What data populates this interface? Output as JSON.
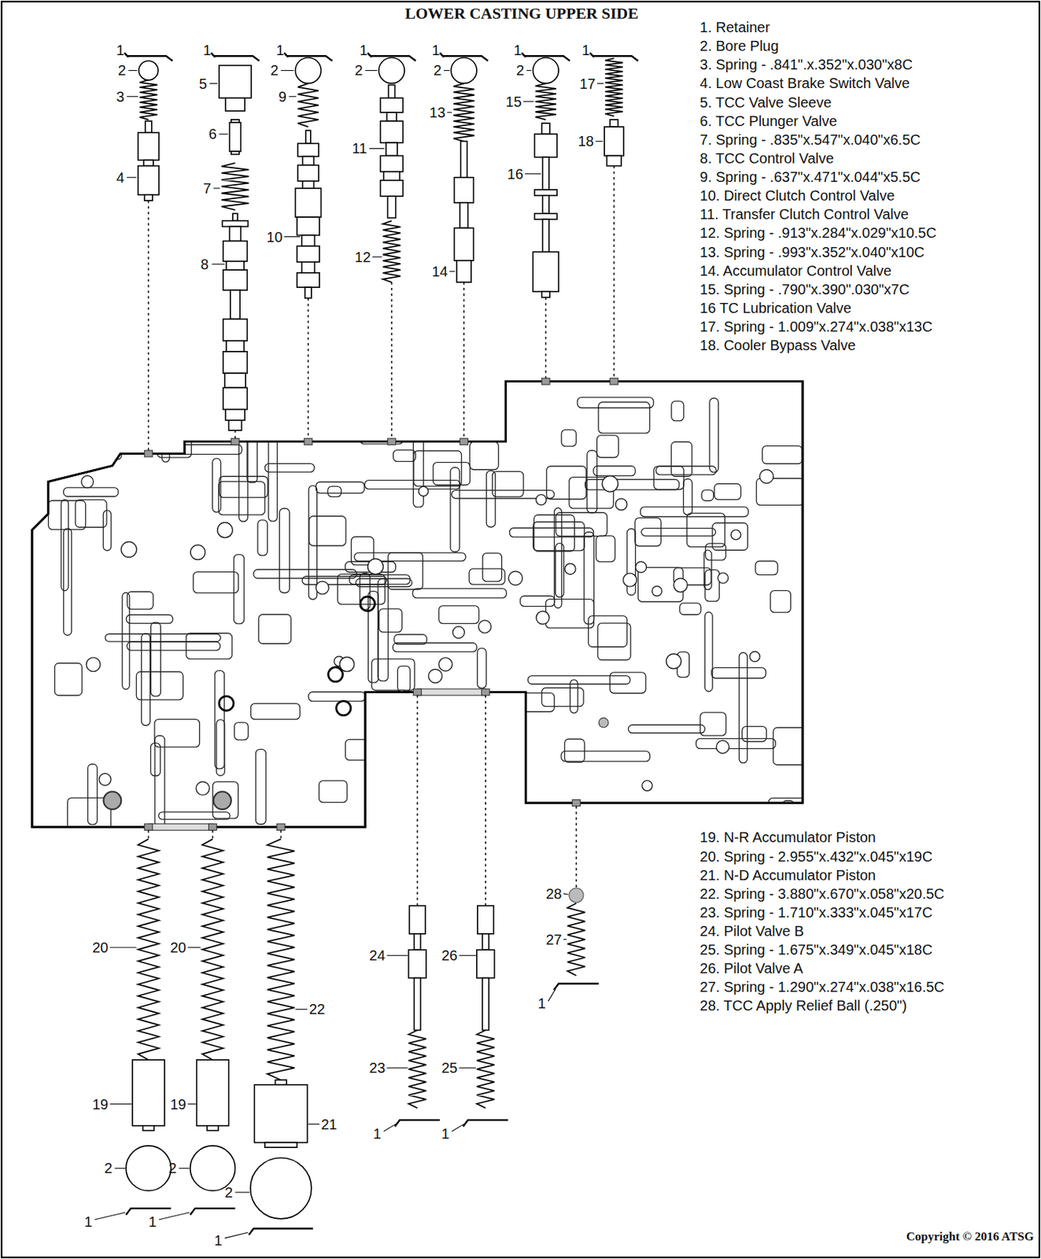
{
  "diagram": {
    "title": "LOWER CASTING UPPER SIDE",
    "caption": "Copyright © 2016 ATSG",
    "labels": [
      "1",
      "2",
      "3",
      "4",
      "1",
      "5",
      "6",
      "7",
      "8",
      "1",
      "2",
      "9",
      "10",
      "1",
      "2",
      "11",
      "12",
      "1",
      "2",
      "13",
      "14",
      "1",
      "2",
      "15",
      "16",
      "1",
      "17",
      "18",
      "20",
      "20",
      "22",
      "24",
      "26",
      "28",
      "27",
      "23",
      "25",
      "19",
      "19",
      "21",
      "1",
      "1",
      "1",
      "2",
      "2",
      "2",
      "1",
      "1",
      "1",
      "1. Retainer",
      "2. Bore Plug",
      "3. Spring - .841\".x.352\"x.030\"x8C",
      "4. Low Coast Brake Switch Valve",
      "5. TCC Valve Sleeve",
      "6. TCC Plunger Valve",
      "7. Spring - .835\"x.547\"x.040\"x6.5C",
      "8. TCC Control Valve",
      "9. Spring - .637\"x.471\"x.044\"x5.5C",
      "10. Direct Clutch Control Valve",
      "11. Transfer Clutch Control Valve",
      "12. Spring - .913\"x.284\"x.029\"x10.5C",
      "13. Spring - .993\"x.352\"x.040\"x10C",
      "14. Accumulator Control Valve",
      "15. Spring - .790\"x.390\".030\"x7C",
      "16 TC Lubrication Valve",
      "17. Spring - 1.009\"x.274\"x.038\"x13C",
      "18. Cooler Bypass Valve",
      "19. N-R Accumulator Piston",
      "20. Spring - 2.955\"x.432\"x.045\"x19C",
      "21. N-D Accumulator Piston",
      "22. Spring - 3.880\"x.670\"x.058\"x20.5C",
      "23. Spring - 1.710\"x.333\"x.045\"x17C",
      "24. Pilot Valve B",
      "25. Spring - 1.675\"x.349\"x.045\"x18C",
      "26. Pilot Valve A",
      "27. Spring - 1.290\"x.274\"x.038\"x16.5C",
      "28. TCC Apply Relief Ball (.250\")"
    ]
  }
}
